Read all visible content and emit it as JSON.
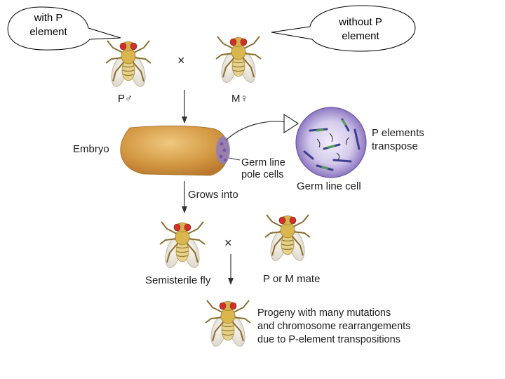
{
  "callouts": {
    "left": [
      "with P",
      "element"
    ],
    "right": [
      "without P",
      "element"
    ]
  },
  "cross_symbol": "×",
  "parents": {
    "male_label": "P♂",
    "female_label": "M♀"
  },
  "embryo": {
    "label": "Embryo",
    "pole_cells_label": [
      "Germ line",
      "pole cells"
    ]
  },
  "germ_cell": {
    "label": "Germ line cell",
    "transpose_label": [
      "P elements",
      "transpose"
    ]
  },
  "grows_into": "Grows into",
  "second_cross": {
    "semisterile_label": "Semisterile fly",
    "mate_label": "P or M mate"
  },
  "progeny": {
    "lines": [
      "Progeny with many mutations",
      "and chromosome rearrangements",
      "due to P-element transpositions"
    ]
  },
  "colors": {
    "fly_body": "#e7cf7a",
    "fly_eye": "#d2342a",
    "embryo": "#d7a24c",
    "cell": "#b7aad8",
    "p_element": "#4fa24a"
  }
}
